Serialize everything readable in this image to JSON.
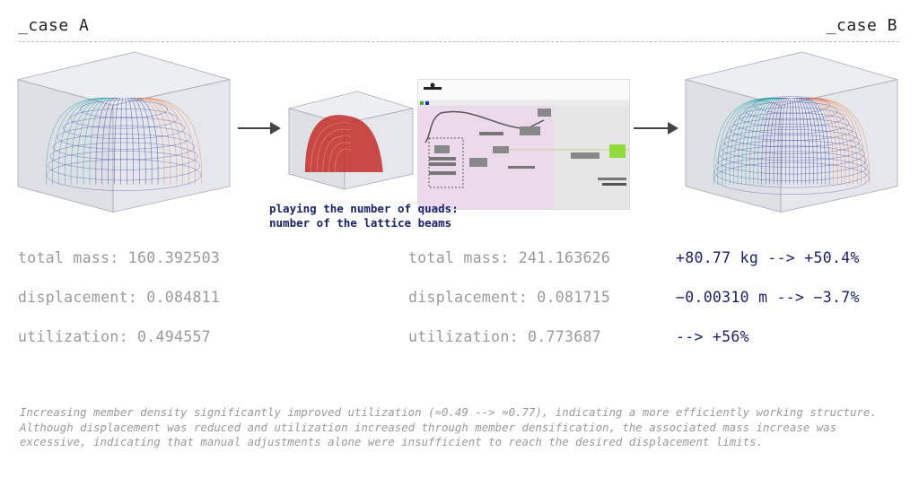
{
  "header": {
    "case_a": "_case A",
    "case_b": "_case B"
  },
  "caption": {
    "line1": "playing the number of quads:",
    "line2": "number of the lattice beams"
  },
  "case_a": {
    "mass": "total mass: 160.392503",
    "displacement": "displacement: 0.084811",
    "utilization": "utilization: 0.494557"
  },
  "case_b": {
    "mass": "total mass: 241.163626",
    "displacement": "displacement: 0.081715",
    "utilization": "utilization: 0.773687"
  },
  "delta": {
    "mass": "+80.77 kg --> +50.4%",
    "displacement": "−0.00310 m --> −3.7%",
    "utilization": "--> +56%"
  },
  "notes": {
    "p1": "Increasing member density significantly improved utilization (≈0.49 --> ≈0.77), indicating a more efficiently working structure.",
    "p2": "Although displacement was reduced and utilization increased through member densification, the associated mass increase was excessive, indicating that manual adjustments alone were insufficient to reach the desired displacement limits."
  },
  "colors": {
    "accent": "#1a2270",
    "muted": "#9a9a9a",
    "lattice_red": "#c0221c"
  }
}
